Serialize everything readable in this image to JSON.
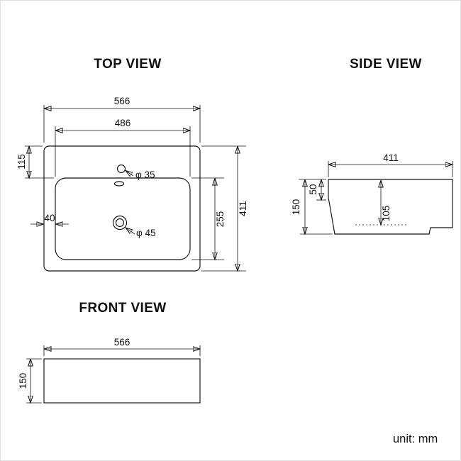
{
  "page": {
    "unit_label": "unit: mm"
  },
  "colors": {
    "line": "#111111",
    "background": "#ffffff"
  },
  "views": {
    "top": {
      "title": "TOP VIEW",
      "dims": {
        "overall_width": "566",
        "bowl_width": "486",
        "rim_top_offset": "115",
        "rim_side_offset": "40",
        "faucet_hole": "φ 35",
        "drain_hole": "φ 45",
        "bowl_depth": "255",
        "overall_depth": "411"
      }
    },
    "side": {
      "title": "SIDE VIEW",
      "dims": {
        "overall_depth": "411",
        "front_lip_height": "50",
        "overall_height": "150",
        "bowl_inner_depth": "105"
      }
    },
    "front": {
      "title": "FRONT VIEW",
      "dims": {
        "overall_width": "566",
        "overall_height": "150"
      }
    }
  }
}
